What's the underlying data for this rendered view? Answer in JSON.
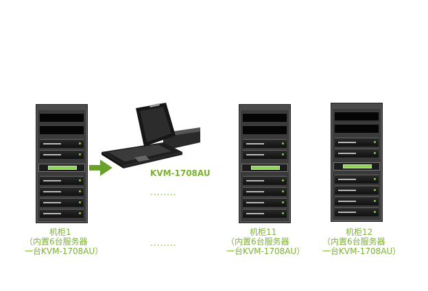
{
  "kvm_device": {
    "label": "KVM-1708AU"
  },
  "racks": [
    {
      "title": "机柜1",
      "line2": "（内置6台服务器",
      "line3": "一台KVM-1708AU）"
    },
    {
      "title": "机柜11",
      "line2": "（内置6台服务器",
      "line3": "一台KVM-1708AU）"
    },
    {
      "title": "机柜12",
      "line2": "（内置6台服务器",
      "line3": "一台KVM-1708AU）"
    }
  ],
  "ellipsis": "........",
  "colors": {
    "caption": "#7ab32e",
    "arrow": "#6aa12a",
    "rack": "#3a3a3a"
  }
}
